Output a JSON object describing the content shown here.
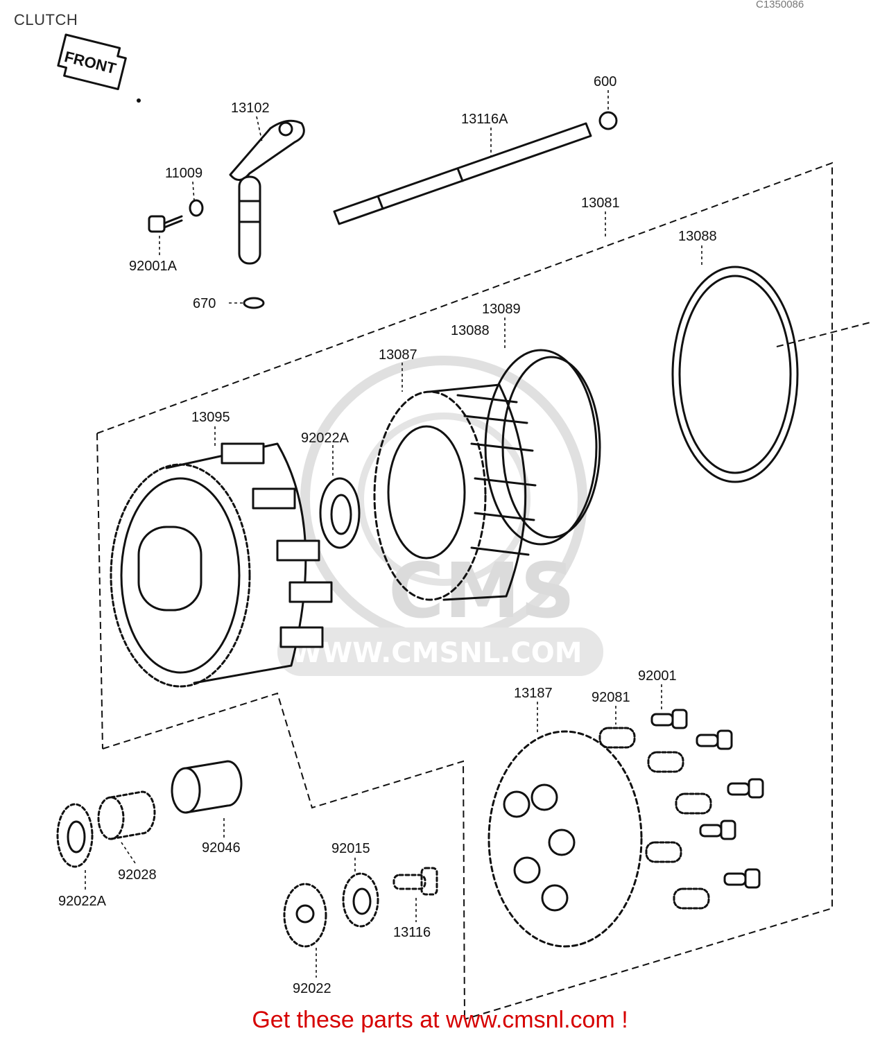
{
  "diagram": {
    "title": "CLUTCH",
    "code": "C1350086",
    "front_marker": "FRONT"
  },
  "parts": [
    {
      "id": "13102",
      "label": "13102"
    },
    {
      "id": "11009",
      "label": "11009"
    },
    {
      "id": "92001A",
      "label": "92001A"
    },
    {
      "id": "670",
      "label": "670"
    },
    {
      "id": "13116A",
      "label": "13116A"
    },
    {
      "id": "600",
      "label": "600"
    },
    {
      "id": "13081",
      "label": "13081"
    },
    {
      "id": "13088-right",
      "label": "13088"
    },
    {
      "id": "13089",
      "label": "13089"
    },
    {
      "id": "13088-center",
      "label": "13088"
    },
    {
      "id": "13087",
      "label": "13087"
    },
    {
      "id": "13095",
      "label": "13095"
    },
    {
      "id": "92022A-top",
      "label": "92022A"
    },
    {
      "id": "92001",
      "label": "92001"
    },
    {
      "id": "13187",
      "label": "13187"
    },
    {
      "id": "92081",
      "label": "92081"
    },
    {
      "id": "92046",
      "label": "92046"
    },
    {
      "id": "92028",
      "label": "92028"
    },
    {
      "id": "92022A-bottom",
      "label": "92022A"
    },
    {
      "id": "92015",
      "label": "92015"
    },
    {
      "id": "13116",
      "label": "13116"
    },
    {
      "id": "92022",
      "label": "92022"
    }
  ],
  "watermark": {
    "brand": "CMS",
    "url": "WWW.CMSNL.COM"
  },
  "footer": {
    "text": "Get these parts at www.cmsnl.com !"
  },
  "colors": {
    "ink": "#111111",
    "footer_red": "#d60000",
    "watermark_gray": "#d8d8d8"
  }
}
